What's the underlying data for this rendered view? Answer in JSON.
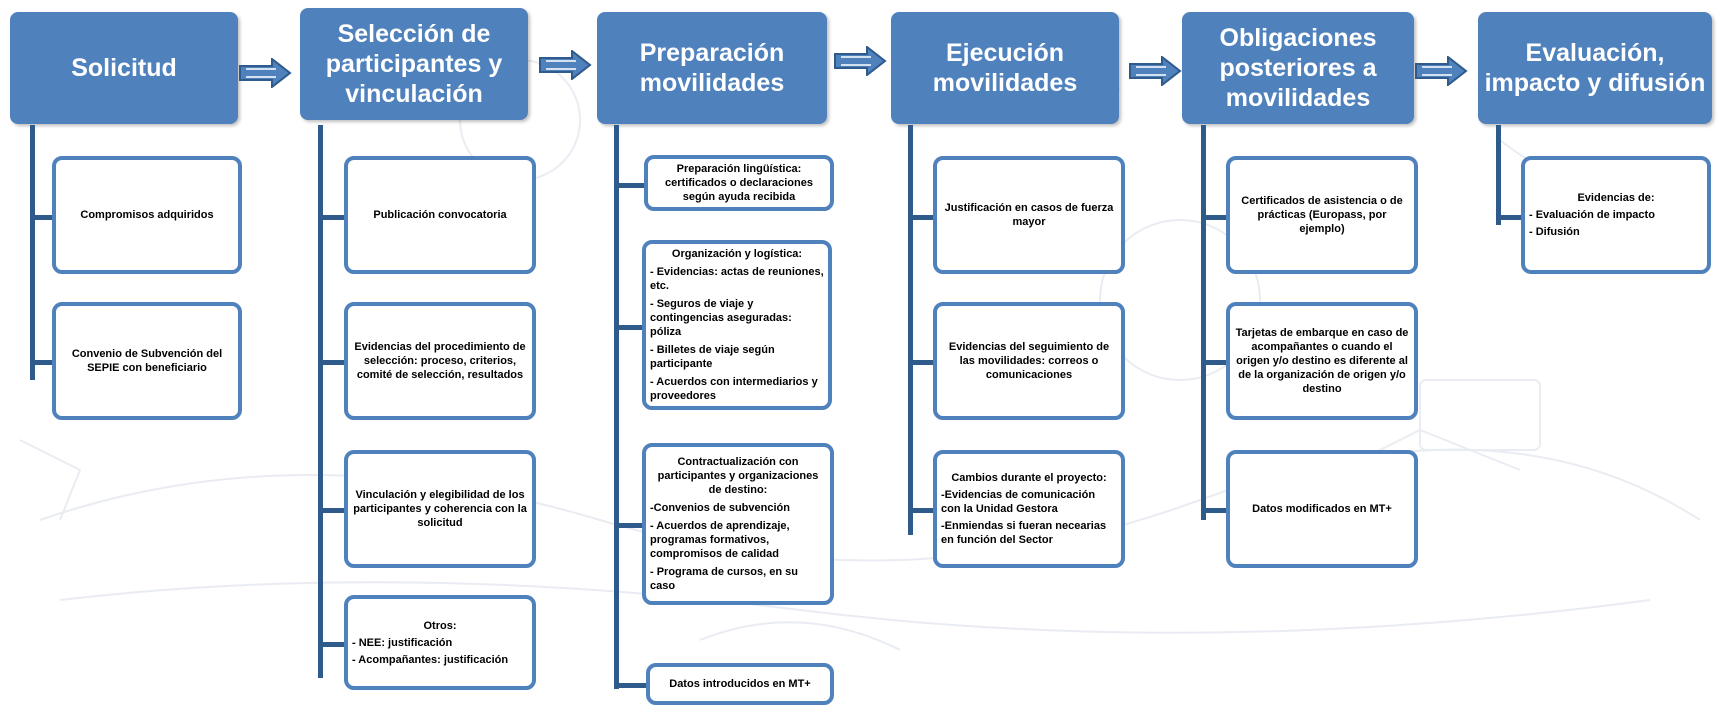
{
  "colors": {
    "header": "#4f81bd",
    "connector": "#2f5a8c",
    "box_border": "#4f81bd"
  },
  "columns": [
    {
      "title": "Solicitud",
      "boxes": [
        {
          "lines": [
            "Compromisos adquiridos"
          ]
        },
        {
          "lines": [
            "Convenio de Subvención  del SEPIE con beneficiario"
          ]
        }
      ]
    },
    {
      "title": "Selección de participantes y vinculación",
      "boxes": [
        {
          "lines": [
            "Publicación convocatoria"
          ]
        },
        {
          "lines": [
            "Evidencias del procedimiento de selección: proceso, criterios, comité de selección, resultados"
          ]
        },
        {
          "lines": [
            "Vinculación y elegibilidad de los participantes y coherencia con la solicitud"
          ]
        },
        {
          "title": "Otros:",
          "items": [
            "- NEE: justificación",
            "- Acompañantes: justificación"
          ]
        }
      ]
    },
    {
      "title": "Preparación movilidades",
      "boxes": [
        {
          "lines": [
            "Preparación lingüística: certificados o declaraciones según ayuda recibida"
          ]
        },
        {
          "title": "Organización y logística:",
          "items": [
            "- Evidencias: actas de reuniones, etc.",
            "- Seguros de viaje y contingencias aseguradas: póliza",
            " - Billetes de viaje según participante",
            "- Acuerdos con intermediarios y proveedores"
          ]
        },
        {
          "title": "Contractualización con participantes y organizaciones de destino:",
          "items": [
            "-Convenios de subvención",
            "- Acuerdos de aprendizaje, programas formativos, compromisos de calidad",
            "- Programa de cursos, en su caso"
          ]
        },
        {
          "lines": [
            "Datos introducidos en MT+"
          ]
        }
      ]
    },
    {
      "title": "Ejecución movilidades",
      "boxes": [
        {
          "lines": [
            "Justificación en casos de fuerza mayor"
          ]
        },
        {
          "lines": [
            "Evidencias del seguimiento de las movilidades: correos o comunicaciones"
          ]
        },
        {
          "title": "Cambios durante el proyecto:",
          "items": [
            "-Evidencias de comunicación con la Unidad Gestora",
            "-Enmiendas si fueran necearias en función del Sector"
          ]
        }
      ]
    },
    {
      "title": "Obligaciones posteriores a movilidades",
      "boxes": [
        {
          "lines": [
            "Certificados de asistencia o de prácticas (Europass, por ejemplo)"
          ]
        },
        {
          "lines": [
            "Tarjetas de embarque en caso de acompañantes o cuando el origen y/o destino es diferente al de la organización de origen y/o destino"
          ]
        },
        {
          "lines": [
            "Datos modificados en MT+"
          ]
        }
      ]
    },
    {
      "title": "Evaluación, impacto y difusión",
      "boxes": [
        {
          "title": "Evidencias de:",
          "items": [
            "- Evaluación de impacto",
            "- Difusión"
          ]
        }
      ]
    }
  ]
}
